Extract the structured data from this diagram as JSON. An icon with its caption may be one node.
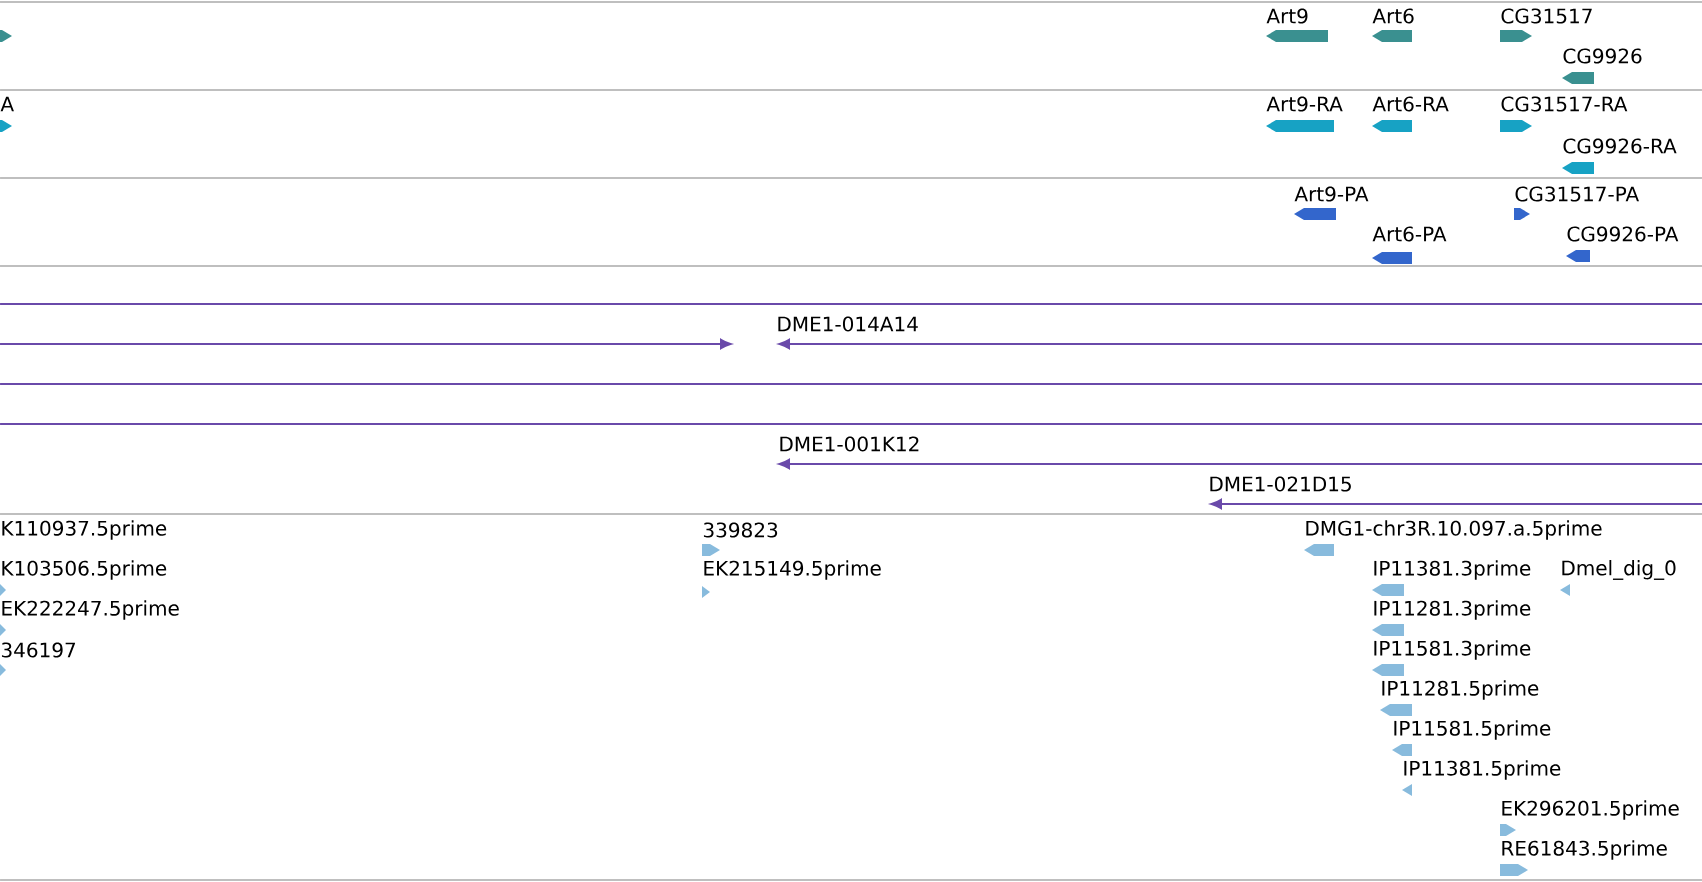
{
  "diagram": {
    "labels": [
      "Art9",
      "Art6",
      "CG31517",
      "CG9926",
      "A",
      "Art9-RA",
      "Art6-RA",
      "CG31517-RA",
      "CG9926-RA",
      "Art9-PA",
      "CG31517-PA",
      "Art6-PA",
      "CG9926-PA",
      "DME1-014A14",
      "DME1-001K12",
      "DME1-021D15",
      "K110937.5prime",
      "339823",
      "DMG1-chr3R.10.097.a.5prime",
      "K103506.5prime",
      "EK215149.5prime",
      "IP11381.3prime",
      "Dmel_dig_0",
      "EK222247.5prime",
      "IP11281.3prime",
      "346197",
      "IP11581.3prime",
      "IP11281.5prime",
      "IP11581.5prime",
      "IP11381.5prime",
      "EK296201.5prime",
      "RE61843.5prime"
    ]
  }
}
